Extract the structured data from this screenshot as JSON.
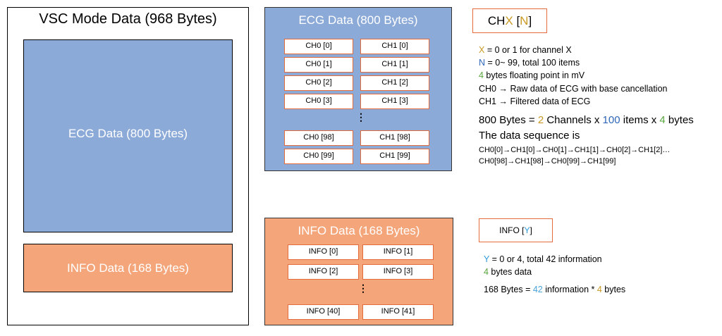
{
  "vsc": {
    "title": "VSC Mode Data (968 Bytes)",
    "ecg_label": "ECG Data (800 Bytes)",
    "info_label": "INFO Data (168 Bytes)"
  },
  "ecg_panel": {
    "title": "ECG Data (800 Bytes)",
    "rows": [
      [
        "CH0 [0]",
        "CH1 [0]"
      ],
      [
        "CH0 [1]",
        "CH1 [1]"
      ],
      [
        "CH0 [2]",
        "CH1 [2]"
      ],
      [
        "CH0 [3]",
        "CH1 [3]"
      ],
      [
        "CH0 [98]",
        "CH1 [98]"
      ],
      [
        "CH0 [99]",
        "CH1 [99]"
      ]
    ],
    "ellipsis": "⋮"
  },
  "info_panel": {
    "title": "INFO Data (168 Bytes)",
    "rows": [
      [
        "INFO [0]",
        "INFO [1]"
      ],
      [
        "INFO [2]",
        "INFO [3]"
      ],
      [
        "INFO [40]",
        "INFO [41]"
      ]
    ],
    "ellipsis": "⋮"
  },
  "chx_legend": {
    "box": {
      "a": "CH",
      "b": "X",
      "c": " [",
      "d": "N",
      "e": "]"
    },
    "line1": {
      "var": "X",
      "text": " = 0 or 1  for channel X"
    },
    "line2": {
      "var": "N",
      "text": " = 0~ 99, total 100 items"
    },
    "line3": {
      "var": "4",
      "text": " bytes floating point in mV"
    },
    "line4": "CH0 → Raw data of ECG with base cancellation",
    "line5": "CH1 → Filtered data of ECG",
    "formula": {
      "p1": "800 Bytes = ",
      "n1": "2",
      "p2": " Channels x ",
      "n2": "100",
      "p3": " items x ",
      "n3": "4",
      "p4": "  bytes"
    },
    "seq_title": "The data sequence is",
    "seq1": "CH0[0]→CH1[0]→CH0[1]→CH1[1]→CH0[2]→CH1[2]…",
    "seq2": "CH0[98]→CH1[98]→CH0[99]→CH1[99]"
  },
  "info_legend": {
    "box": {
      "a": "INFO [",
      "b": "Y",
      "c": "]"
    },
    "line1": {
      "var": "Y",
      "text": " = 0 or 4, total 42 information"
    },
    "line2": {
      "var": "4",
      "text": " bytes data"
    },
    "formula": {
      "p1": "168 Bytes = ",
      "n1": "42",
      "p2": " information  * ",
      "n2": "4",
      "p3": " bytes"
    }
  },
  "colors": {
    "ecg_blue": "#8caad8",
    "info_orange": "#f4a57a",
    "cell_border": "#e46c3c"
  }
}
